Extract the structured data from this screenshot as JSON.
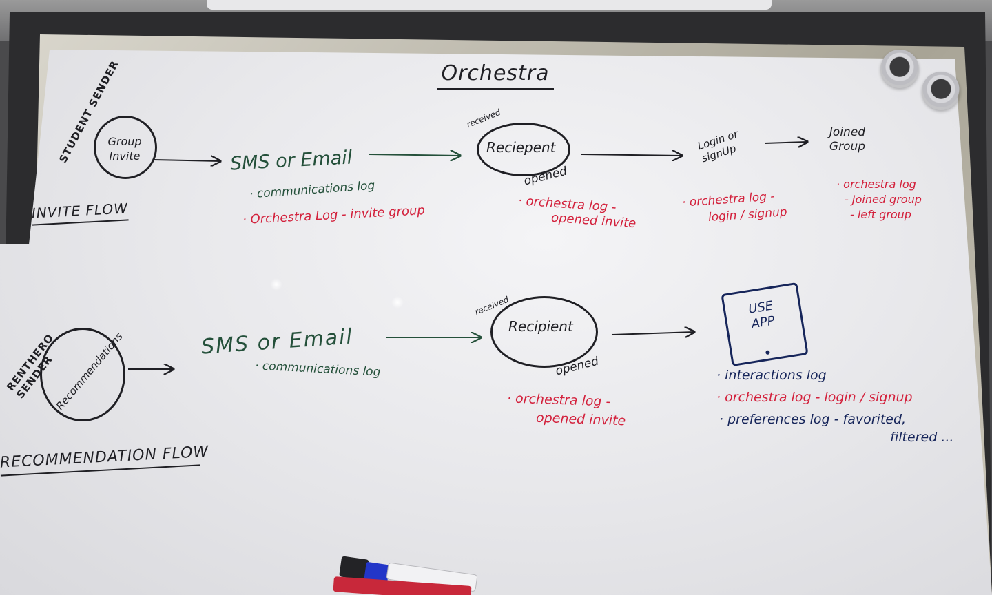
{
  "title": "Orchestra",
  "invite_flow": {
    "label": "INVITE FLOW",
    "sender_label": "STUDENT SENDER",
    "start_node": "Group Invite",
    "channel": "SMS or Email",
    "channel_notes": [
      "· communications log",
      "· Orchestra Log - invite group"
    ],
    "received_label": "received",
    "recipient": "Reciepent",
    "opened_label": "opened",
    "recipient_notes": [
      "· orchestra log -",
      "opened invite"
    ],
    "login": "Login or signUp",
    "login_notes": [
      "· orchestra log -",
      "login / signup"
    ],
    "joined": "Joined Group",
    "joined_notes": [
      "· orchestra log",
      "- Joined group",
      "- left group"
    ]
  },
  "recommendation_flow": {
    "label": "RECOMMENDATION FLOW",
    "sender_label": "RENTHERO SENDER",
    "start_node": "Recommendations",
    "channel": "SMS or Email",
    "channel_notes": [
      "· communications log"
    ],
    "received_label": "received",
    "recipient": "Recipient",
    "opened_label": "opened",
    "recipient_notes": [
      "· orchestra log -",
      "opened invite"
    ],
    "app": "USE APP",
    "app_notes": [
      "· interactions log",
      "· orchestra log - login / signup",
      "· preferences log - favorited,",
      "filtered ..."
    ]
  },
  "colors": {
    "black_marker": "#1f1f24",
    "green_marker": "#24503a",
    "red_marker": "#d3213c",
    "blue_marker": "#16255a"
  }
}
